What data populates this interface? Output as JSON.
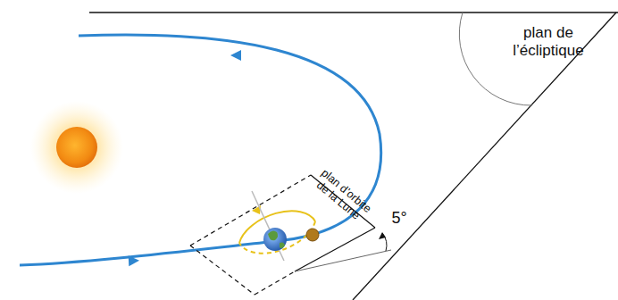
{
  "diagram": {
    "labels": [
      "plan de l’écliptique",
      "plan d’orbite de la Lune",
      "5°"
    ]
  }
}
